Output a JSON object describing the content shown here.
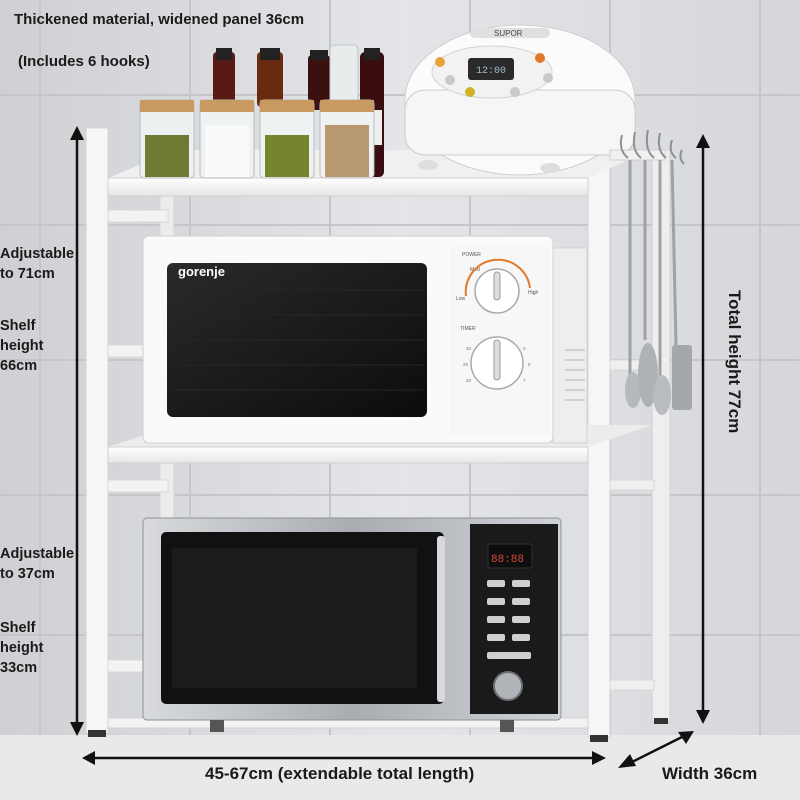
{
  "annotations": {
    "top_title": "Thickened material, widened panel 36cm",
    "hooks_note": "(Includes 6 hooks)",
    "adjustable_upper": "Adjustable to 71cm",
    "shelf_height_upper": "Shelf height 66cm",
    "adjustable_lower": "Adjustable to 37cm",
    "shelf_height_lower": "Shelf height 33cm",
    "total_height": "Total height 77cm",
    "length": "45-67cm (extendable total length)",
    "width": "Width 36cm"
  },
  "appliances": {
    "rice_cooker_brand": "SUPOR",
    "rice_cooker_display": "12:00",
    "microwave_white_brand": "gorenje",
    "microwave_white_power_label": "POWER",
    "microwave_white_timer_label": "TIMER",
    "microwave_white_dial_low": "Low",
    "microwave_white_dial_med": "Med",
    "microwave_white_dial_high": "High",
    "microwave_steel_display": "88:88"
  },
  "colors": {
    "rack": "#f4f4f4",
    "wall": "#dcdde0",
    "steel": "#bfc2c6",
    "glass": "#151515",
    "text": "#1a1a1a"
  }
}
